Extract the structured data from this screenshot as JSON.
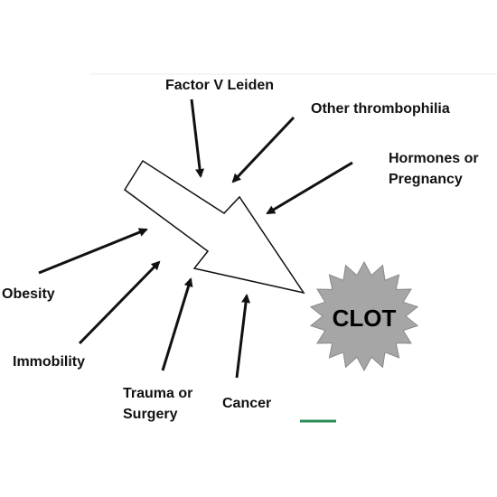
{
  "diagram": {
    "central_label": "CLOT",
    "risk_factors": {
      "factor_v_leiden": "Factor V Leiden",
      "other_thrombophilia": "Other thrombophilia",
      "hormones_line1": "Hormones or",
      "hormones_line2": "Pregnancy",
      "obesity": "Obesity",
      "immobility": "Immobility",
      "trauma_line1": "Trauma or",
      "trauma_line2": "Surgery",
      "cancer": "Cancer"
    },
    "colors": {
      "clot_fill": "#a6a6a6",
      "arrow_stroke": "#111111",
      "big_arrow_fill": "#ffffff",
      "accent_line": "#2e8b57"
    }
  }
}
